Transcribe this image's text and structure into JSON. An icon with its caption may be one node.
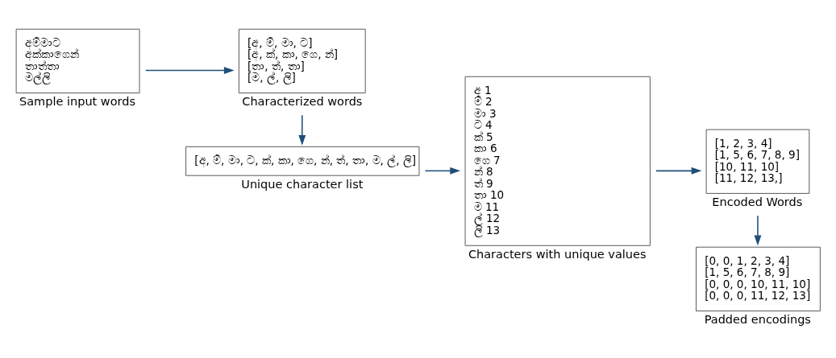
{
  "diagram": {
    "nodes": [
      {
        "text": [
          "අම්මාට",
          "අක්කාගෙන්",
          "තාත්තා",
          "මල්ලි"
        ],
        "beside": [
          "Sample input words"
        ]
      },
      {
        "text": [
          "[අ, ම්, මා, ට]",
          "[අ, ක්, කා, ගෙ, න්]",
          "[තා, ත්, තා]",
          "[ම, ල්, ලි]"
        ],
        "beside": [
          "Characterized words"
        ]
      },
      {
        "text": [
          "[අ, ම්, මා, ට, ක්, කා, ගෙ, න්, ත්, තා, ම, ල්, ලි]"
        ],
        "beside": [
          "Unique character list"
        ]
      },
      {
        "text": [
          "අ 1",
          "ම් 2",
          "මා 3",
          "ට 4",
          "ක් 5",
          "කා 6",
          "ගෙ 7",
          "න් 8",
          "ත් 9",
          "තා 10",
          "ම 11",
          "ල් 12",
          "ලි 13"
        ],
        "beside": [
          "Characters with unique values"
        ]
      },
      {
        "text": [
          "[1, 2, 3, 4]",
          "[1, 5, 6, 7, 8, 9]",
          "[10, 11, 10]",
          "[11, 12, 13,]"
        ],
        "beside": [
          "Encoded Words"
        ]
      },
      {
        "text": [
          "[0, 0, 1, 2, 3, 4]",
          "[1, 5, 6, 7, 8, 9]",
          "[0, 0, 0, 10, 11, 10]",
          "[0, 0, 0, 11, 12, 13]"
        ],
        "beside": [
          "Padded encodings"
        ]
      }
    ],
    "edges": [
      {
        "from": 0,
        "to": 1,
        "arrow": "to"
      },
      {
        "from": 1,
        "to": 2,
        "arrow": "to"
      },
      {
        "from": 2,
        "to": 3,
        "arrow": "to"
      },
      {
        "from": 3,
        "to": 4,
        "arrow": "to"
      },
      {
        "from": 4,
        "to": 5,
        "arrow": "to"
      }
    ]
  }
}
